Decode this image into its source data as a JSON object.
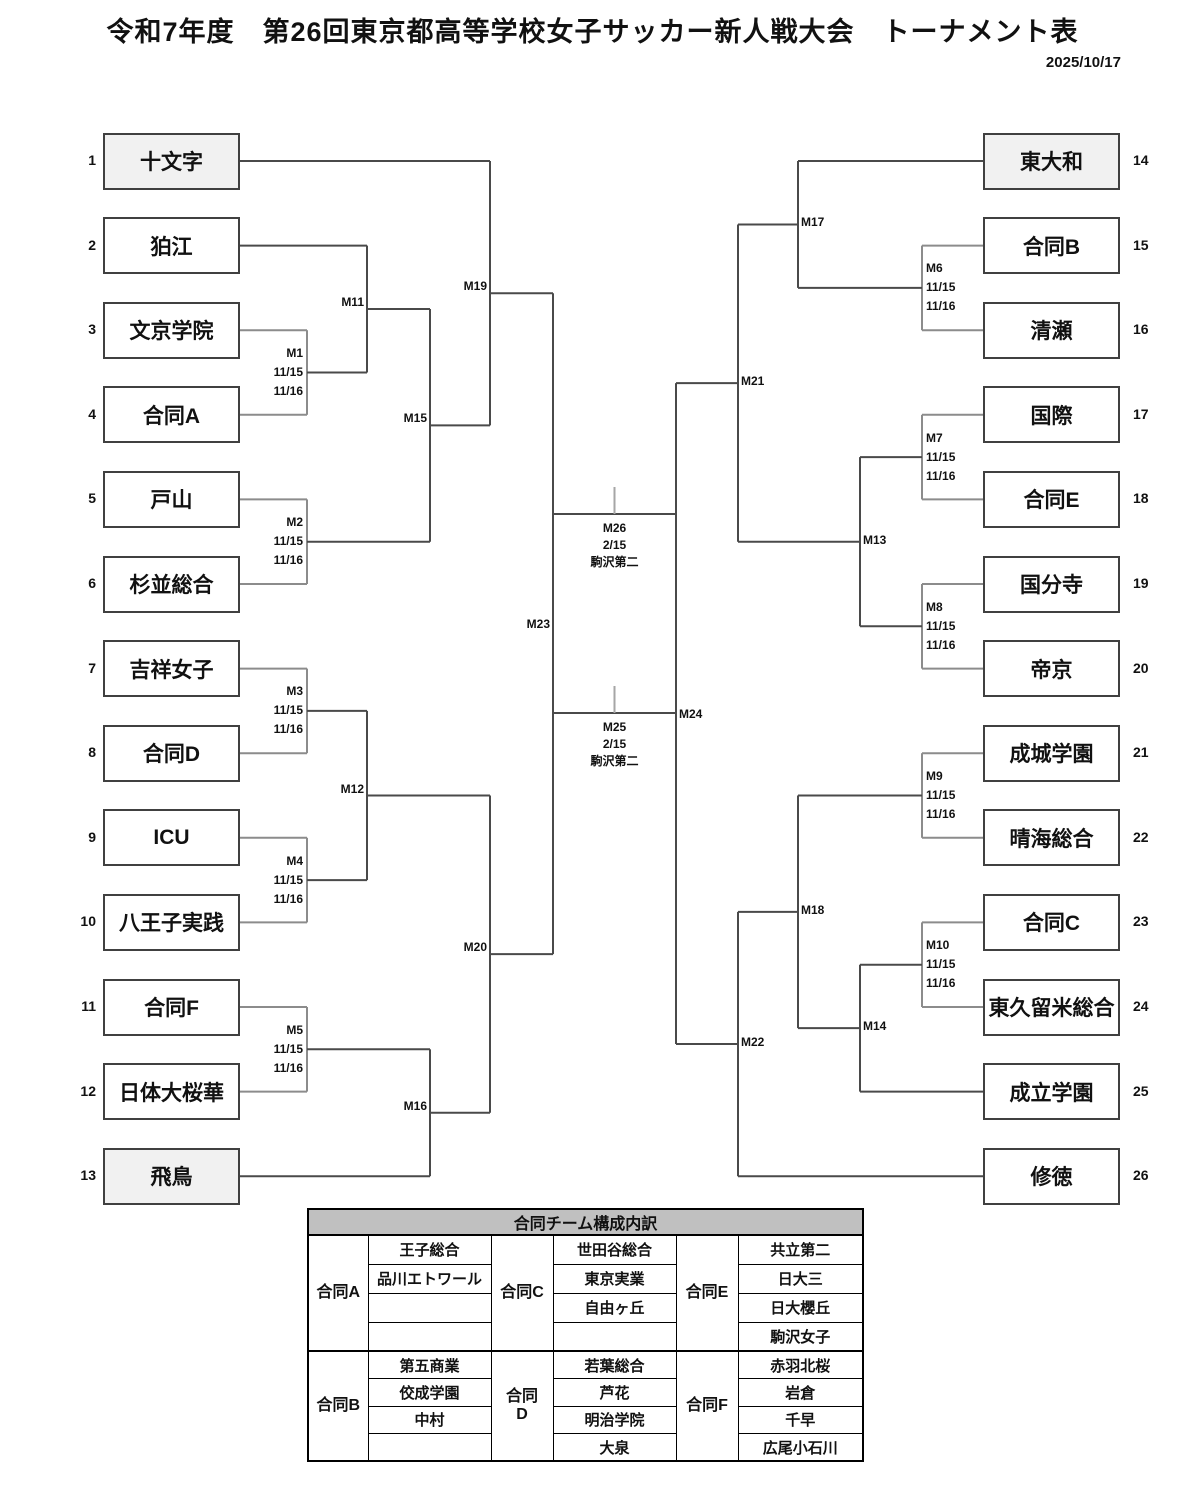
{
  "title": "令和7年度　第26回東京都高等学校女子サッカー新人戦大会　トーナメント表",
  "date": "2025/10/17",
  "bracket": {
    "teams": [
      {
        "num": 1,
        "name": "十文字",
        "shaded": true
      },
      {
        "num": 2,
        "name": "狛江",
        "shaded": false
      },
      {
        "num": 3,
        "name": "文京学院",
        "shaded": false
      },
      {
        "num": 4,
        "name": "合同A",
        "shaded": false
      },
      {
        "num": 5,
        "name": "戸山",
        "shaded": false
      },
      {
        "num": 6,
        "name": "杉並総合",
        "shaded": false
      },
      {
        "num": 7,
        "name": "吉祥女子",
        "shaded": false
      },
      {
        "num": 8,
        "name": "合同D",
        "shaded": false
      },
      {
        "num": 9,
        "name": "ICU",
        "shaded": false
      },
      {
        "num": 10,
        "name": "八王子実践",
        "shaded": false
      },
      {
        "num": 11,
        "name": "合同F",
        "shaded": false
      },
      {
        "num": 12,
        "name": "日体大桜華",
        "shaded": false
      },
      {
        "num": 13,
        "name": "飛鳥",
        "shaded": true
      },
      {
        "num": 14,
        "name": "東大和",
        "shaded": true
      },
      {
        "num": 15,
        "name": "合同B",
        "shaded": false
      },
      {
        "num": 16,
        "name": "清瀬",
        "shaded": false
      },
      {
        "num": 17,
        "name": "国際",
        "shaded": false
      },
      {
        "num": 18,
        "name": "合同E",
        "shaded": false
      },
      {
        "num": 19,
        "name": "国分寺",
        "shaded": false
      },
      {
        "num": 20,
        "name": "帝京",
        "shaded": false
      },
      {
        "num": 21,
        "name": "成城学園",
        "shaded": false
      },
      {
        "num": 22,
        "name": "晴海総合",
        "shaded": false
      },
      {
        "num": 23,
        "name": "合同C",
        "shaded": false
      },
      {
        "num": 24,
        "name": "東久留米総合",
        "shaded": false
      },
      {
        "num": 25,
        "name": "成立学園",
        "shaded": false
      },
      {
        "num": 26,
        "name": "修徳",
        "shaded": false
      }
    ],
    "matches": [
      {
        "id": "M1",
        "col": "L1",
        "top": "T3",
        "bottom": "T4",
        "label": [
          "M1",
          "11/15",
          "11/16"
        ]
      },
      {
        "id": "M2",
        "col": "L1",
        "top": "T5",
        "bottom": "T6",
        "label": [
          "M2",
          "11/15",
          "11/16"
        ]
      },
      {
        "id": "M3",
        "col": "L1",
        "top": "T7",
        "bottom": "T8",
        "label": [
          "M3",
          "11/15",
          "11/16"
        ]
      },
      {
        "id": "M4",
        "col": "L1",
        "top": "T9",
        "bottom": "T10",
        "label": [
          "M4",
          "11/15",
          "11/16"
        ]
      },
      {
        "id": "M5",
        "col": "L1",
        "top": "T11",
        "bottom": "T12",
        "label": [
          "M5",
          "11/15",
          "11/16"
        ]
      },
      {
        "id": "M6",
        "col": "R1",
        "top": "T15",
        "bottom": "T16",
        "label": [
          "M6",
          "11/15",
          "11/16"
        ]
      },
      {
        "id": "M7",
        "col": "R1",
        "top": "T17",
        "bottom": "T18",
        "label": [
          "M7",
          "11/15",
          "11/16"
        ]
      },
      {
        "id": "M8",
        "col": "R1",
        "top": "T19",
        "bottom": "T20",
        "label": [
          "M8",
          "11/15",
          "11/16"
        ]
      },
      {
        "id": "M9",
        "col": "R1",
        "top": "T21",
        "bottom": "T22",
        "label": [
          "M9",
          "11/15",
          "11/16"
        ]
      },
      {
        "id": "M10",
        "col": "R1",
        "top": "T23",
        "bottom": "T24",
        "label": [
          "M10",
          "11/15",
          "11/16"
        ]
      },
      {
        "id": "M11",
        "col": "L2",
        "top": "T2",
        "bottom": "M1",
        "label": [
          "M11"
        ]
      },
      {
        "id": "M12",
        "col": "L2",
        "top": "M3",
        "bottom": "M4",
        "label": [
          "M12"
        ]
      },
      {
        "id": "M13",
        "col": "R2",
        "top": "M7",
        "bottom": "M8",
        "label": [
          "M13"
        ]
      },
      {
        "id": "M14",
        "col": "R2",
        "top": "M10",
        "bottom": "T25",
        "label": [
          "M14"
        ]
      },
      {
        "id": "M15",
        "col": "L3",
        "top": "M11",
        "bottom": "M2",
        "label": [
          "M15"
        ]
      },
      {
        "id": "M16",
        "col": "L3",
        "top": "M5",
        "bottom": "T13",
        "label": [
          "M16"
        ]
      },
      {
        "id": "M17",
        "col": "R3",
        "top": "T14",
        "bottom": "M6",
        "label": [
          "M17"
        ]
      },
      {
        "id": "M18",
        "col": "R3",
        "top": "M9",
        "bottom": "M14",
        "label": [
          "M18"
        ]
      },
      {
        "id": "M19",
        "col": "L4",
        "top": "T1",
        "bottom": "M15",
        "label": [
          "M19"
        ]
      },
      {
        "id": "M20",
        "col": "L4",
        "top": "M12",
        "bottom": "M16",
        "label": [
          "M20"
        ]
      },
      {
        "id": "M21",
        "col": "R4",
        "top": "M17",
        "bottom": "M13",
        "label": [
          "M21"
        ]
      },
      {
        "id": "M22",
        "col": "R4",
        "top": "M18",
        "bottom": "T26",
        "label": [
          "M22"
        ]
      },
      {
        "id": "M23",
        "col": "L5",
        "top": "M19",
        "bottom": "M20",
        "label": [
          "M23"
        ],
        "terminal": true
      },
      {
        "id": "M24",
        "col": "R5",
        "top": "M21",
        "bottom": "M22",
        "label": [
          "M24"
        ],
        "terminal": true
      }
    ],
    "finals": [
      {
        "id": "M26",
        "label": [
          "M26",
          "2/15",
          "駒沢第二"
        ]
      },
      {
        "id": "M25",
        "label": [
          "M25",
          "2/15",
          "駒沢第二"
        ]
      }
    ]
  },
  "legend": {
    "header": "合同チーム構成内訳",
    "columns": [
      [
        {
          "key": "A",
          "label_lines": [
            "合同A"
          ],
          "members": [
            "王子総合",
            "品川エトワール",
            "",
            ""
          ]
        },
        {
          "key": "B",
          "label_lines": [
            "合同B"
          ],
          "members": [
            "第五商業",
            "佼成学園",
            "中村",
            ""
          ]
        }
      ],
      [
        {
          "key": "C",
          "label_lines": [
            "合同C"
          ],
          "members": [
            "世田谷総合",
            "東京実業",
            "自由ヶ丘",
            ""
          ]
        },
        {
          "key": "D",
          "label_lines": [
            "合同",
            "D"
          ],
          "members": [
            "若葉総合",
            "芦花",
            "明治学院",
            "大泉"
          ]
        }
      ],
      [
        {
          "key": "E",
          "label_lines": [
            "合同E"
          ],
          "members": [
            "共立第二",
            "日大三",
            "日大櫻丘",
            "駒沢女子"
          ]
        },
        {
          "key": "F",
          "label_lines": [
            "合同F"
          ],
          "members": [
            "赤羽北桜",
            "岩倉",
            "千早",
            "広尾小石川"
          ]
        }
      ]
    ]
  }
}
